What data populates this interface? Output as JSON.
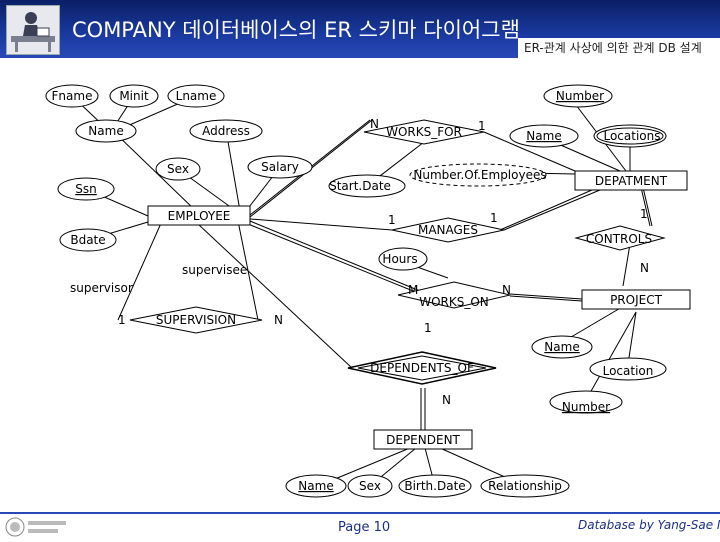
{
  "header": {
    "title": "COMPANY 데이터베이스의 ER 스키마 다이어그램",
    "subtitle": "ER-관계 사상에 의한 관계 DB 설계",
    "logo_icon": "teacher-at-desk-icon"
  },
  "diagram": {
    "entities": {
      "employee": "EMPLOYEE",
      "department": "DEPATMENT",
      "project": "PROJECT",
      "dependent": "DEPENDENT"
    },
    "relationships": {
      "works_for": "WORKS_FOR",
      "manages": "MANAGES",
      "works_on": "WORKS_ON",
      "controls": "CONTROLS",
      "supervision": "SUPERVISION",
      "dependents_of": "DEPENDENTS_OF"
    },
    "attributes": {
      "fname": "Fname",
      "minit": "Minit",
      "lname": "Lname",
      "emp_name": "Name",
      "address": "Address",
      "sex": "Sex",
      "salary": "Salary",
      "ssn": "Ssn",
      "bdate": "Bdate",
      "start_date": "Start.Date",
      "hours": "Hours",
      "dept_number": "Number",
      "dept_name": "Name",
      "dept_locations": "Locations",
      "num_employees": "Number.Of.Employees",
      "proj_name": "Name",
      "proj_location": "Location",
      "proj_number": "Number",
      "dep_name": "Name",
      "dep_sex": "Sex",
      "dep_birthdate": "Birth.Date",
      "dep_relationship": "Relationship"
    },
    "roles": {
      "supervisee": "supervisee",
      "supervisor": "supervisor"
    },
    "cardinalities": {
      "works_for_emp": "N",
      "works_for_dept": "1",
      "manages_emp": "1",
      "manages_dept": "1",
      "controls_dept": "1",
      "controls_proj": "N",
      "works_on_emp": "M",
      "works_on_proj": "N",
      "supervision_supervisor": "1",
      "supervision_supervisee": "N",
      "dependents_of_emp": "1",
      "dependents_of_dep": "N"
    }
  },
  "footer": {
    "page": "Page 10",
    "credit": "Database by Yang-Sae Moon",
    "logo_icon": "university-seal-icon"
  }
}
